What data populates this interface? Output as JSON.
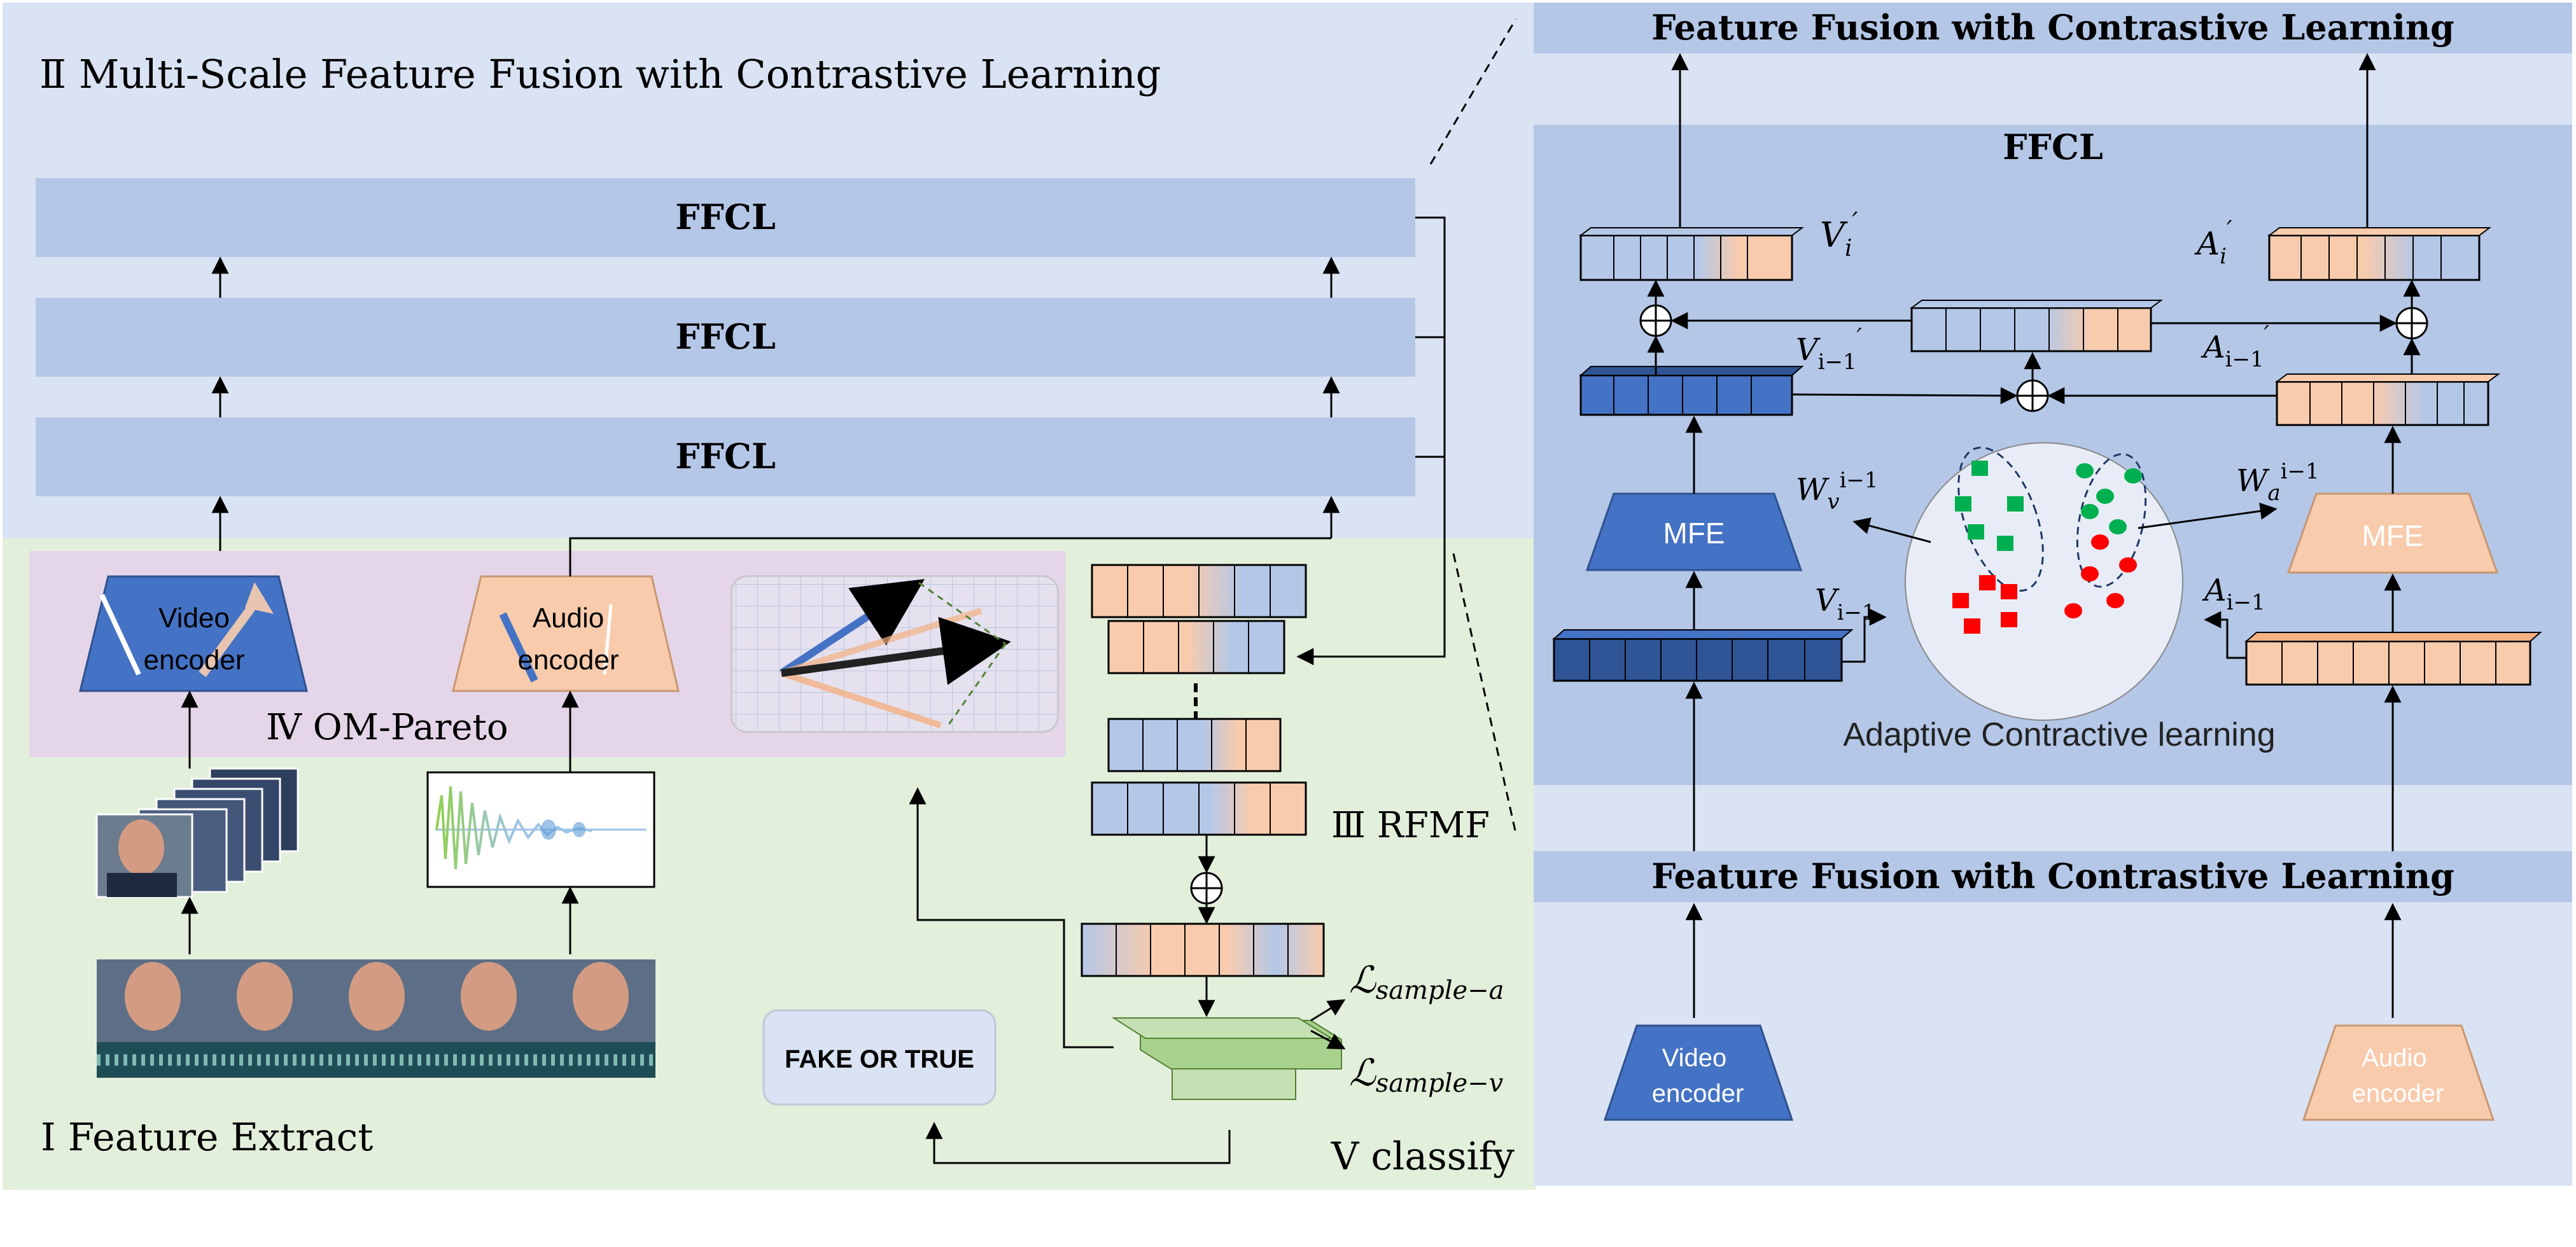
{
  "colors": {
    "panel_top": "#dae3f3",
    "panel_bottom": "#e2efda",
    "ffcl_band": "#b4c7e7",
    "ompareto_band": "#e4d5e8",
    "right_panel": "#dae3f3",
    "right_inner": "#b4c7e7",
    "video_blue": "#4472c4",
    "audio_peach": "#f8cbad",
    "green_block": "#c5e0b3",
    "green_dot": "#00b050",
    "red_dot": "#ff0000"
  },
  "left": {
    "section2_title": "Ⅱ  Multi-Scale Feature Fusion with Contrastive Learning",
    "ffcl_labels": [
      "FFCL",
      "FFCL",
      "FFCL"
    ],
    "video_encoder": "Video encoder",
    "audio_encoder": "Audio encoder",
    "ompareto_label": "Ⅳ  OM-Pareto",
    "rfmf_label": "Ⅲ  RFMF",
    "feature_extract_label": "Ⅰ  Feature Extract",
    "classify_label": "Ⅴ  classify",
    "fake_or_true": "FAKE OR TRUE",
    "loss_a": "ℒ",
    "loss_a_sub": "sample−a",
    "loss_v": "ℒ",
    "loss_v_sub": "sample−v"
  },
  "right": {
    "top_title": "Feature Fusion with Contrastive Learning",
    "ffcl_title": "FFCL",
    "bottom_title": "Feature Fusion with Contrastive Learning",
    "v_i_prime": "V",
    "a_i_prime": "A",
    "v_im1_prime": "V",
    "a_im1_prime": "A",
    "w_v": "W",
    "w_a": "W",
    "v_im1": "V",
    "a_im1": "A",
    "mfe_left": "MFE",
    "mfe_right": "MFE",
    "adaptive_label": "Adaptive Contractive learning",
    "video_encoder": "Video encoder",
    "audio_encoder": "Audio encoder"
  }
}
